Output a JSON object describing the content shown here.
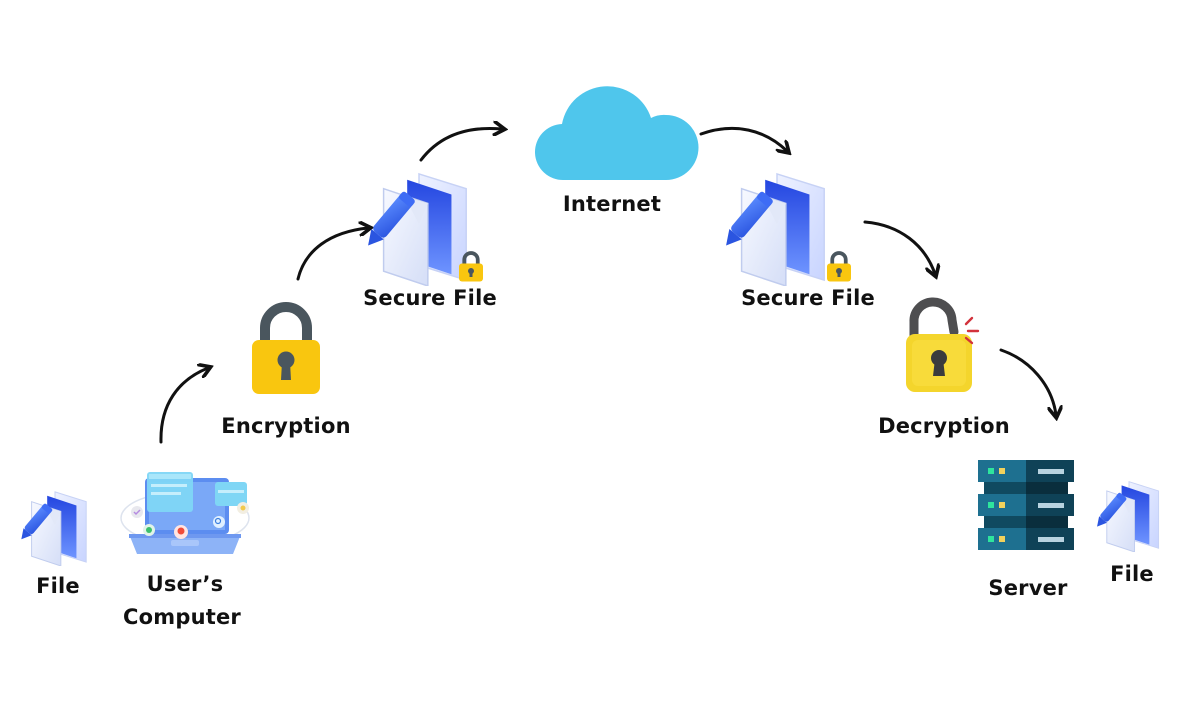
{
  "diagram": {
    "title": "",
    "nodes": {
      "file_source": {
        "label": "File",
        "icon": "document-pen-icon"
      },
      "users_computer": {
        "label_line1": "User’s",
        "label_line2": "Computer",
        "icon": "laptop-icon"
      },
      "encryption": {
        "label": "Encryption",
        "icon": "padlock-closed-icon"
      },
      "secure_file_1": {
        "label": "Secure File",
        "icon": "secure-document-icon"
      },
      "internet": {
        "label": "Internet",
        "icon": "cloud-icon"
      },
      "secure_file_2": {
        "label": "Secure File",
        "icon": "secure-document-icon"
      },
      "decryption": {
        "label": "Decryption",
        "icon": "padlock-open-icon"
      },
      "server": {
        "label": "Server",
        "icon": "server-rack-icon"
      },
      "file_destination": {
        "label": "File",
        "icon": "document-pen-icon"
      }
    },
    "edges": [
      {
        "from": "users_computer",
        "to": "encryption"
      },
      {
        "from": "encryption",
        "to": "secure_file_1"
      },
      {
        "from": "secure_file_1",
        "to": "internet"
      },
      {
        "from": "internet",
        "to": "secure_file_2"
      },
      {
        "from": "secure_file_2",
        "to": "decryption"
      },
      {
        "from": "decryption",
        "to": "server"
      }
    ],
    "colors": {
      "lock_body": "#F9C60F",
      "lock_shackle": "#4A565E",
      "cloud": "#4FC6EC",
      "document_blue": "#2F5BEA",
      "server_teal": "#1E7090",
      "server_dark": "#0F4257",
      "arrow": "#111111",
      "text": "#111111"
    }
  }
}
